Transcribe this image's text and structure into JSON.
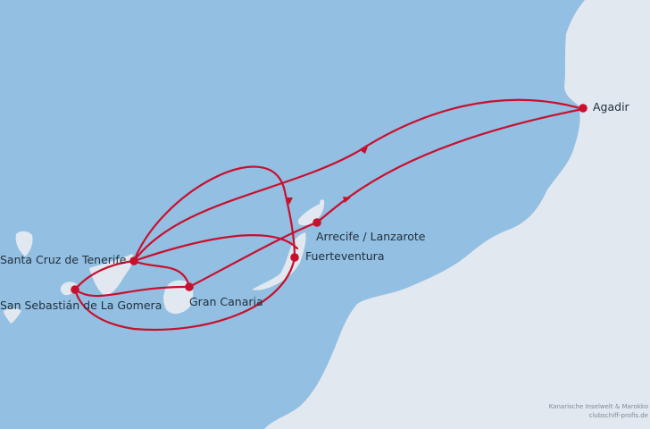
{
  "colors": {
    "sea": "#93bfe2",
    "land": "#e1e8f0",
    "route": "#c8102e",
    "label": "#22303c"
  },
  "ports": {
    "agadir": "Agadir",
    "arrecife": "Arrecife / Lanzarote",
    "fuerteventura": "Fuerteventura",
    "tenerife": "Santa Cruz de Tenerife",
    "gran_canaria": "Gran Canaria",
    "gomera": "San Sebastián de La Gomera"
  },
  "credit": {
    "line1": "Kanarische Inselwelt & Marokko",
    "line2": "clubschiff-profis.de"
  }
}
